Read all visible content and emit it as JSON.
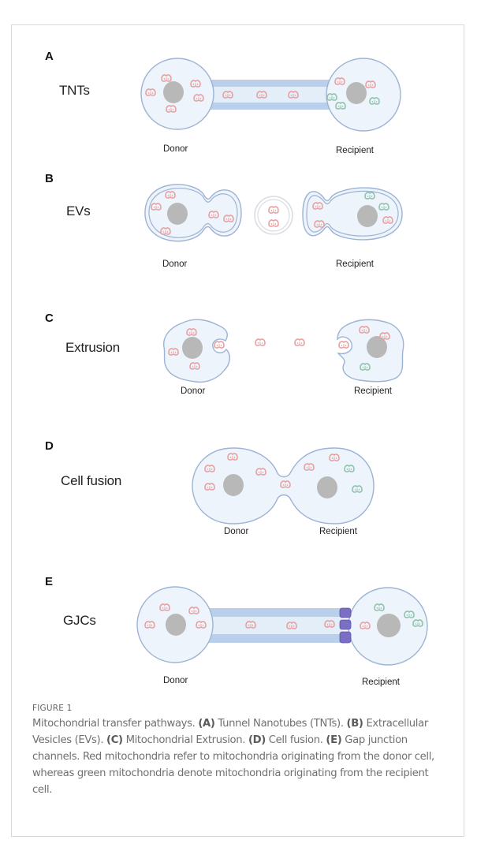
{
  "figure": {
    "number_label": "FIGURE 1",
    "colors": {
      "cell_fill": "#eef4fb",
      "cell_stroke": "#9db3d4",
      "tube_outer": "#b9cfea",
      "tube_inner": "#e4eef9",
      "nucleus": "#b8b8b8",
      "donor_mito": "#e8a1a1",
      "recipient_mito": "#8fc4ac",
      "gap_junction": "#7b6fc4",
      "vesicle_stroke": "#d9dde3"
    },
    "panels": [
      {
        "letter": "A",
        "name": "TNTs",
        "donor_label": "Donor",
        "recipient_label": "Recipient"
      },
      {
        "letter": "B",
        "name": "EVs",
        "donor_label": "Donor",
        "recipient_label": "Recipient"
      },
      {
        "letter": "C",
        "name": "Extrusion",
        "donor_label": "Donor",
        "recipient_label": "Recipient"
      },
      {
        "letter": "D",
        "name": "Cell fusion",
        "donor_label": "Donor",
        "recipient_label": "Recipient"
      },
      {
        "letter": "E",
        "name": "GJCs",
        "donor_label": "Donor",
        "recipient_label": "Recipient"
      }
    ],
    "caption": {
      "segments": [
        {
          "text": "Mitochondrial transfer pathways. ",
          "bold": false
        },
        {
          "text": "(A)",
          "bold": true
        },
        {
          "text": " Tunnel Nanotubes (TNTs). ",
          "bold": false
        },
        {
          "text": "(B)",
          "bold": true
        },
        {
          "text": " Extracellular Vesicles (EVs). ",
          "bold": false
        },
        {
          "text": "(C)",
          "bold": true
        },
        {
          "text": " Mitochondrial Extrusion. ",
          "bold": false
        },
        {
          "text": "(D)",
          "bold": true
        },
        {
          "text": " Cell fusion. ",
          "bold": false
        },
        {
          "text": "(E)",
          "bold": true
        },
        {
          "text": " Gap junction channels. Red mitochondria refer to mitochondria originating from the donor cell, whereas green mitochondria denote mitochondria originating from the recipient cell.",
          "bold": false
        }
      ]
    }
  }
}
